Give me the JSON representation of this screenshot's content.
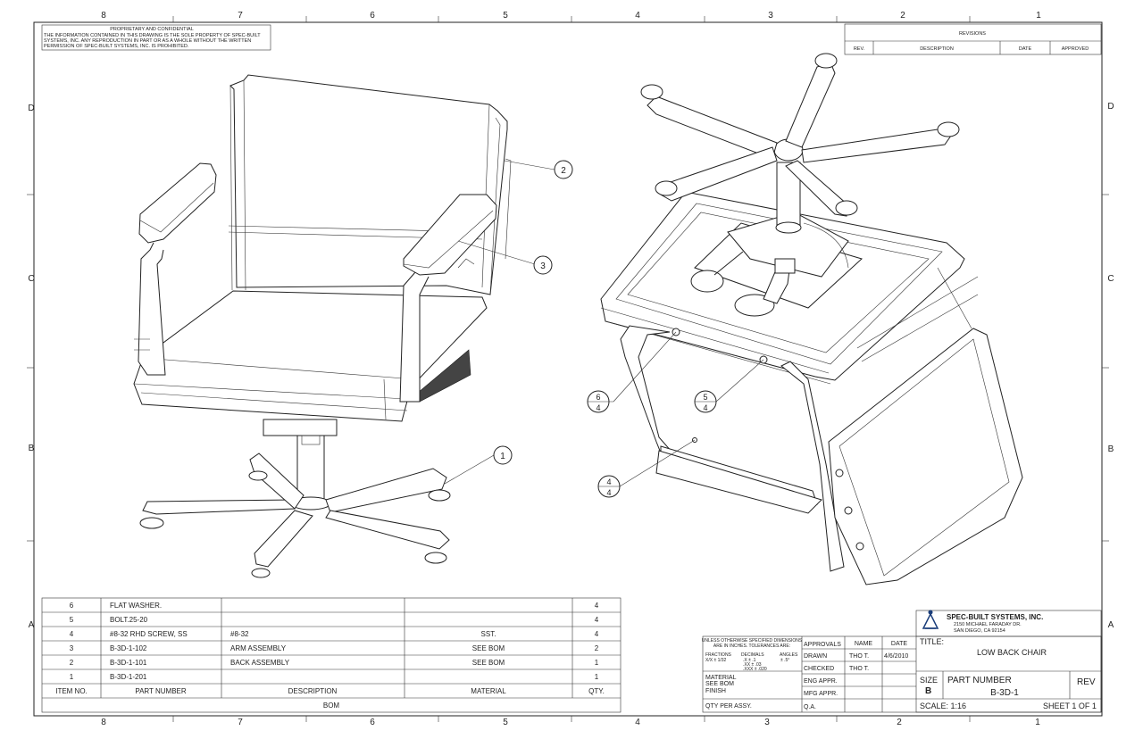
{
  "zones_top": [
    "8",
    "7",
    "6",
    "5",
    "4",
    "3",
    "2",
    "1"
  ],
  "zones_bottom": [
    "8",
    "7",
    "6",
    "5",
    "4",
    "3",
    "2",
    "1"
  ],
  "zones_left": [
    "D",
    "C",
    "B",
    "A"
  ],
  "zones_right": [
    "D",
    "C",
    "B",
    "A"
  ],
  "proprietary": {
    "title": "PROPRIETARY AND CONFIDENTIAL",
    "line1": "THE INFORMATION CONTAINED IN THIS DRAWING IS THE SOLE PROPERTY OF SPEC-BUILT",
    "line2": "SYSTEMS, INC.  ANY REPRODUCTION IN PART OR AS A WHOLE WITHOUT THE WRITTEN",
    "line3": "PERMISSION OF SPEC-BUILT SYSTEMS, INC. IS PROHIBITED."
  },
  "revisions": {
    "title": "REVISIONS",
    "headers": [
      "REV.",
      "DESCRIPTION",
      "DATE",
      "APPROVED"
    ]
  },
  "balloons": [
    {
      "num": "2"
    },
    {
      "num": "3"
    },
    {
      "num": "1"
    },
    {
      "num": "6",
      "qty": "4"
    },
    {
      "num": "5",
      "qty": "4"
    },
    {
      "num": "4",
      "qty": "4"
    }
  ],
  "bom": {
    "rows": [
      {
        "item": "6",
        "part": "FLAT WASHER.",
        "desc": "",
        "material": "",
        "qty": "4"
      },
      {
        "item": "5",
        "part": "BOLT.25-20",
        "desc": "",
        "material": "",
        "qty": "4"
      },
      {
        "item": "4",
        "part": "#8-32 RHD SCREW, SS",
        "desc": "#8-32",
        "material": "SST.",
        "qty": "4"
      },
      {
        "item": "3",
        "part": "B-3D-1-102",
        "desc": "ARM ASSEMBLY",
        "material": "SEE BOM",
        "qty": "2"
      },
      {
        "item": "2",
        "part": "B-3D-1-101",
        "desc": "BACK ASSEMBLY",
        "material": "SEE BOM",
        "qty": "1"
      },
      {
        "item": "1",
        "part": "B-3D-1-201",
        "desc": "",
        "material": "",
        "qty": "1"
      }
    ],
    "headers": {
      "item": "ITEM NO.",
      "part": "PART NUMBER",
      "desc": "DESCRIPTION",
      "material": "MATERIAL",
      "qty": "QTY."
    },
    "caption": "BOM"
  },
  "titleblock": {
    "company": "SPEC-BUILT SYSTEMS, INC.",
    "addr1": "2150 MICHAEL FARADAY DR.",
    "addr2": "SAN DIEGO, CA 92154",
    "tol1": "UNLESS OTHERWISE SPECIFIED DIMENSIONS",
    "tol2": "ARE IN INCHES.  TOLERANCES ARE:",
    "tol_frac": "FRACTIONS",
    "tol_frac_val": "X/X ± 1/32",
    "tol_dec": "DECIMALS",
    "tol_dec1": ".X    ± .1",
    "tol_dec2": ".XX  ± .03",
    "tol_dec3": ".XXX ± .020",
    "tol_ang": "ANGLES",
    "tol_ang_val": "± .5°",
    "material_label": "MATERIAL",
    "material_val": "SEE BOM",
    "finish_label": "FINISH",
    "qty_label": "QTY PER ASSY.",
    "approvals": "APPROVALS",
    "name": "NAME",
    "date": "DATE",
    "drawn": "DRAWN",
    "drawn_name": "THO T.",
    "drawn_date": "4/6/2010",
    "checked": "CHECKED",
    "checked_name": "THO T.",
    "eng": "ENG APPR.",
    "mfg": "MFG APPR.",
    "qa": "Q.A.",
    "title_label": "TITLE:",
    "title_val": "LOW BACK CHAIR",
    "size_label": "SIZE",
    "size_val": "B",
    "pn_label": "PART NUMBER",
    "pn_val": "B-3D-1",
    "rev_label": "REV",
    "scale": "SCALE: 1:16",
    "sheet": "SHEET 1 OF 1"
  }
}
